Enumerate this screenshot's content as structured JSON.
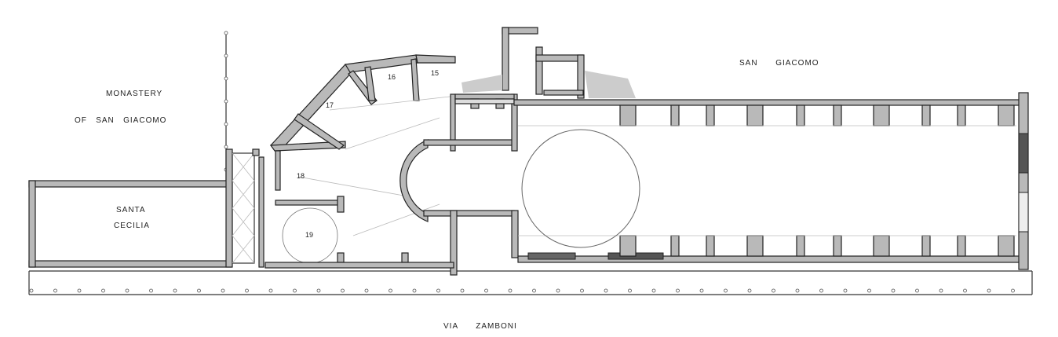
{
  "labels": {
    "monastery_line1": "MONASTERY",
    "monastery_line2": "OF   SAN   GIACOMO",
    "santa_cecilia_line1": "SANTA",
    "santa_cecilia_line2": "CECILIA",
    "san_giacomo": "SAN      GIACOMO",
    "via_zamboni": "VIA      ZAMBONI"
  },
  "rooms": [
    "15",
    "16",
    "17",
    "18",
    "19"
  ]
}
